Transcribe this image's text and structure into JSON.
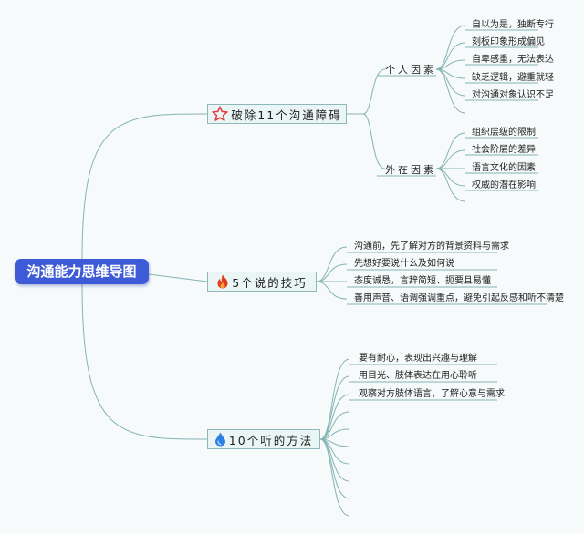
{
  "root": {
    "label": "沟通能力思维导图"
  },
  "branches": [
    {
      "label": "破除11个沟通障碍",
      "icon": "star-outline-icon",
      "groups": [
        {
          "label": "个人因素",
          "items": [
            "自以为是，独断专行",
            "刻板印象形成偏见",
            "自卑感重，无法表达",
            "缺乏逻辑，避重就轻",
            "对沟通对象认识不足"
          ]
        },
        {
          "label": "外在因素",
          "items": [
            "组织层级的限制",
            "社会阶层的差异",
            "语言文化的因素",
            "权威的潜在影响"
          ]
        }
      ]
    },
    {
      "label": "5个说的技巧",
      "icon": "fire-icon",
      "items": [
        "沟通前，先了解对方的背景资料与需求",
        "先想好要说什么及如何说",
        "态度诚恳，言辞简短、扼要且易懂",
        "善用声音、语调强调重点，避免引起反感和听不清楚"
      ]
    },
    {
      "label": "10个听的方法",
      "icon": "water-drop-icon",
      "items": [
        "要有耐心，表现出兴趣与理解",
        "用目光、肢体表达在用心聆听",
        "观察对方肢体语言，了解心意与需求",
        "",
        "",
        "",
        "",
        "",
        "",
        ""
      ]
    }
  ],
  "colors": {
    "root_fill": "#3d5bd6",
    "branch_fill": "#eaf5f6",
    "branch_border": "#8fb7bc",
    "link": "#86b3b3",
    "star": "#e83a3a",
    "fire": "#e23a1e",
    "drop": "#2d7fe3"
  }
}
